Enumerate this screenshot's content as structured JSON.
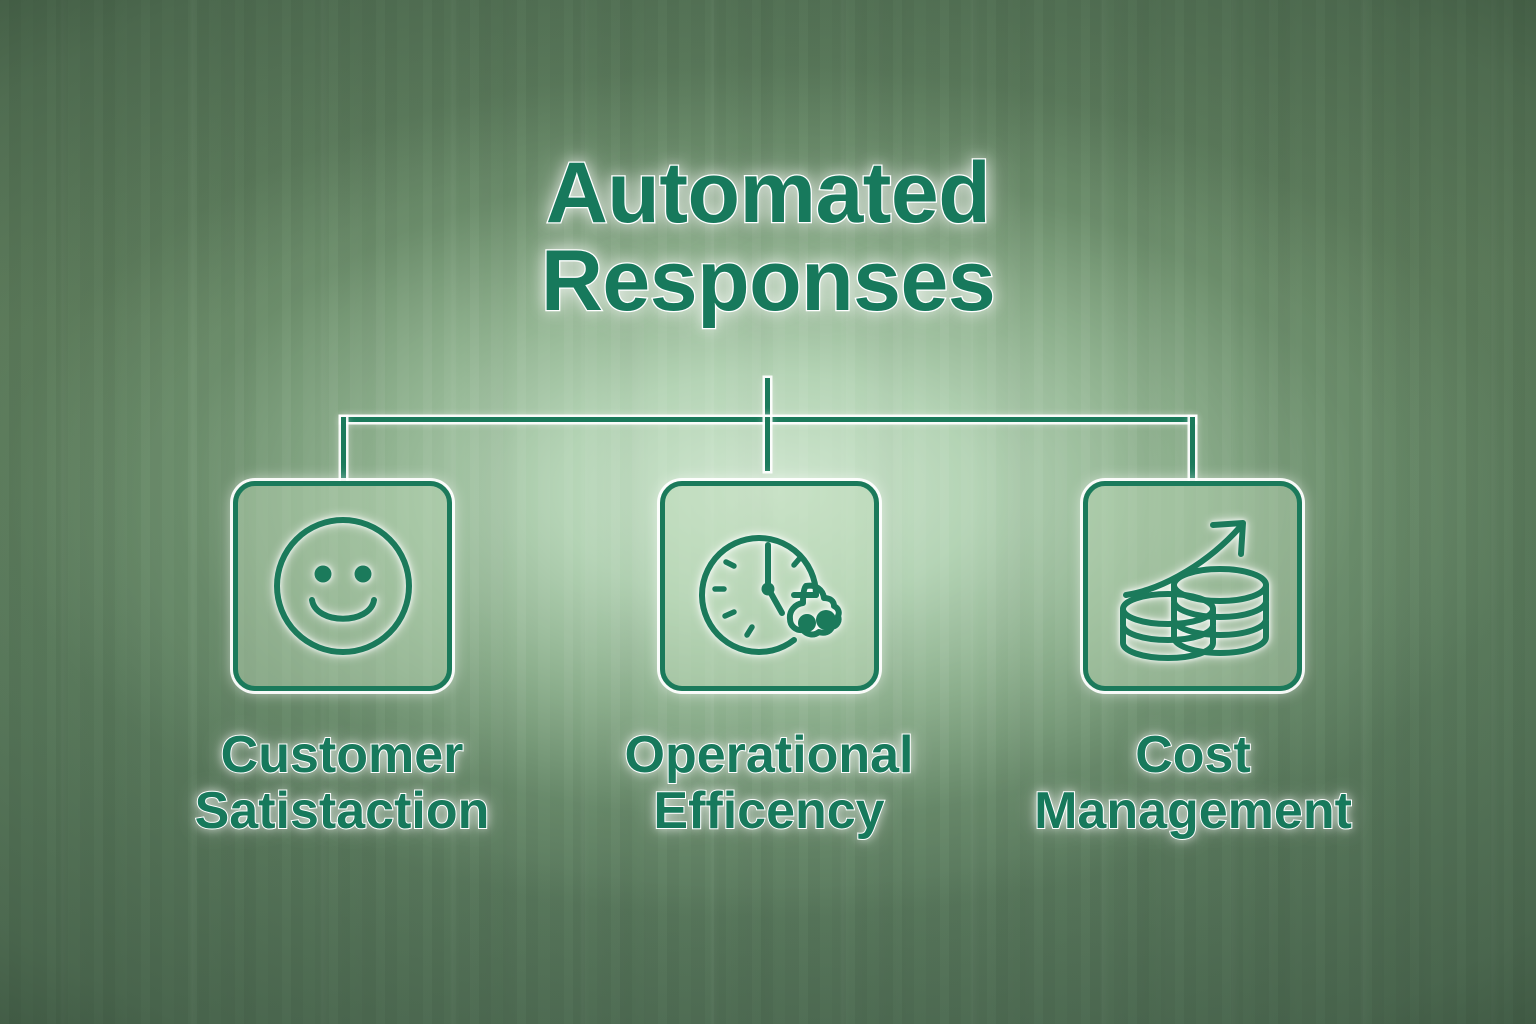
{
  "diagram": {
    "title": {
      "line1": "Automated",
      "line2": "Responses"
    },
    "colors": {
      "ink": "#17795c",
      "stroke": "#1b7a5b",
      "glow": "#ffffff",
      "background_center": "#a7c4a4",
      "background_edge": "#5a7a5c",
      "box_fill": "#bedbba"
    },
    "nodes": [
      {
        "id": "customer-satistaction",
        "icon": "smiley-face-icon",
        "label_line1": "Customer",
        "label_line2": "Satistaction"
      },
      {
        "id": "operational-efficency",
        "icon": "clock-gear-icon",
        "label_line1": "Operational",
        "label_line2": "Efficency"
      },
      {
        "id": "cost-management",
        "icon": "coins-growth-arrow-icon",
        "label_line1": "Cost",
        "label_line2": "Management"
      }
    ]
  }
}
